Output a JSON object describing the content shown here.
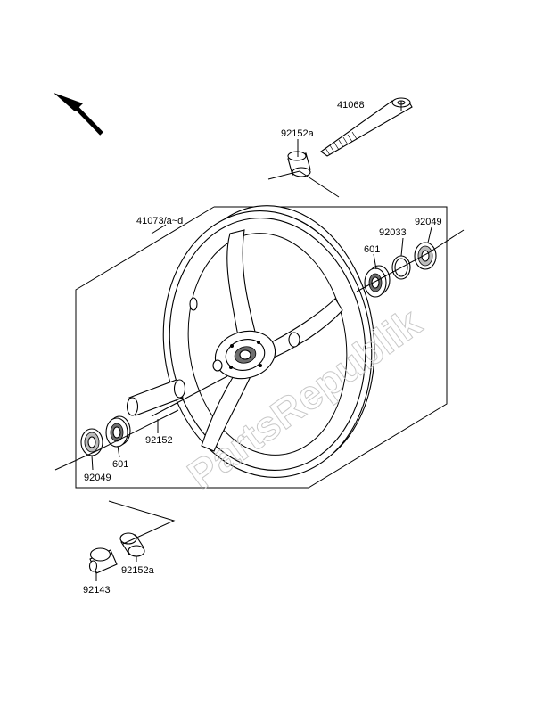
{
  "watermark": "PartsRepublik",
  "labels": {
    "axle": "41068",
    "collar_top": "92152a",
    "wheel": "41073/a~d",
    "seal_right": "92049",
    "circlip_right": "92033",
    "bearing_right": "601",
    "spacer": "92152",
    "seal_left": "92049",
    "bearing_left": "601",
    "collar_bottom_right": "92152a",
    "collar_bottom_left": "92143"
  },
  "icons": {
    "direction": "front-direction-arrow-icon"
  }
}
